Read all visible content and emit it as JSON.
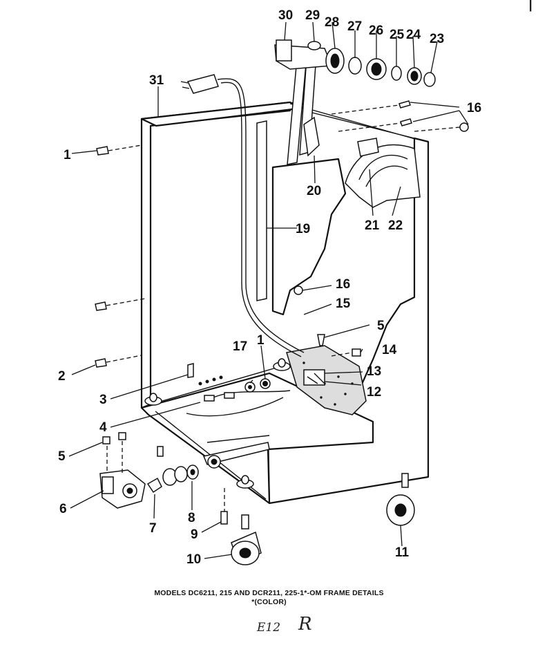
{
  "caption": {
    "line1": "MODELS DC6211, 215 AND DCR211, 225-1*-OM FRAME DETAILS",
    "line2": "*(COLOR)"
  },
  "handwriting": {
    "left": "E12",
    "right": "R"
  },
  "callouts": {
    "c1a": "1",
    "c1b": "1",
    "c2": "2",
    "c3": "3",
    "c4": "4",
    "c5a": "5",
    "c5b": "5",
    "c6": "6",
    "c7": "7",
    "c8": "8",
    "c9": "9",
    "c10": "10",
    "c11": "11",
    "c12": "12",
    "c13": "13",
    "c14": "14",
    "c15": "15",
    "c16a": "16",
    "c16b": "16",
    "c17": "17",
    "c19": "19",
    "c20": "20",
    "c21": "21",
    "c22": "22",
    "c23": "23",
    "c24": "24",
    "c25": "25",
    "c26": "26",
    "c27": "27",
    "c28": "28",
    "c29": "29",
    "c30": "30",
    "c31": "31"
  }
}
